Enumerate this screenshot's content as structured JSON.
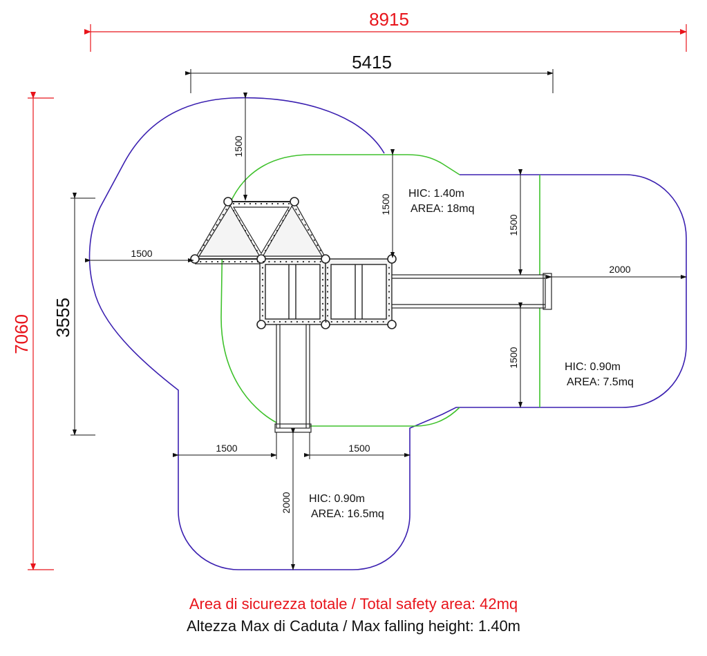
{
  "dimensions": {
    "overall_width": "8915",
    "structure_width": "5415",
    "overall_height": "7060",
    "structure_height": "3555",
    "left_clearance": "1500",
    "top_clearance": "1500",
    "tower_top_clearance": "1500",
    "slide_top_clearance": "1500",
    "slide_bottom_clearance": "1500",
    "slide_exit": "2000",
    "lower_left_clearance": "1500",
    "lower_right_clearance": "1500",
    "lower_exit": "2000"
  },
  "zones": [
    {
      "hic": "HIC: 1.40m",
      "area": "AREA: 18mq"
    },
    {
      "hic": "HIC: 0.90m",
      "area": "AREA: 7.5mq"
    },
    {
      "hic": "HIC: 0.90m",
      "area": "AREA: 16.5mq"
    }
  ],
  "footer": {
    "total_area": "Area di sicurezza totale / Total safety area: 42mq",
    "max_height": "Altezza Max di Caduta / Max falling height: 1.40m"
  },
  "colors": {
    "dimension_red": "#e8141b",
    "outer_zone": "#3a1fb0",
    "inner_zone": "#3ec12b",
    "structure": "#222222"
  }
}
